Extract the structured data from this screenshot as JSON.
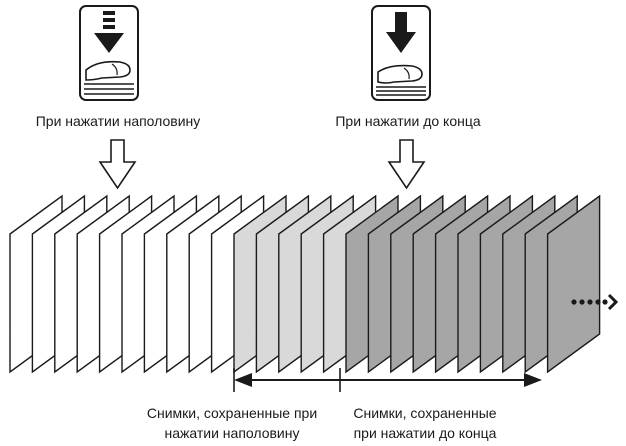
{
  "labels": {
    "half_press": "При нажатии наполовину",
    "full_press": "При нажатии до конца",
    "saved_half_line1": "Снимки, сохраненные при",
    "saved_half_line2": "нажатии наполовину",
    "saved_full_line1": "Снимки, сохраненные",
    "saved_full_line2": "при нажатии до конца"
  },
  "frames": {
    "count": 25,
    "groups": [
      {
        "name": "not-saved",
        "count": 10,
        "fill": "#ffffff"
      },
      {
        "name": "saved-half-press",
        "count": 5,
        "fill": "#d9d9d9"
      },
      {
        "name": "saved-full-press",
        "count": 10,
        "fill": "#a6a6a6"
      }
    ]
  },
  "icons": {
    "half_press_button": "shutter-half-press-icon",
    "full_press_button": "shutter-full-press-icon",
    "pointer": "hollow-down-arrow-icon",
    "continuation": "dotted-arrow-right-icon"
  },
  "colors": {
    "stroke": "#1a1a1a",
    "frame_light": "#d9d9d9",
    "frame_dark": "#a6a6a6"
  }
}
